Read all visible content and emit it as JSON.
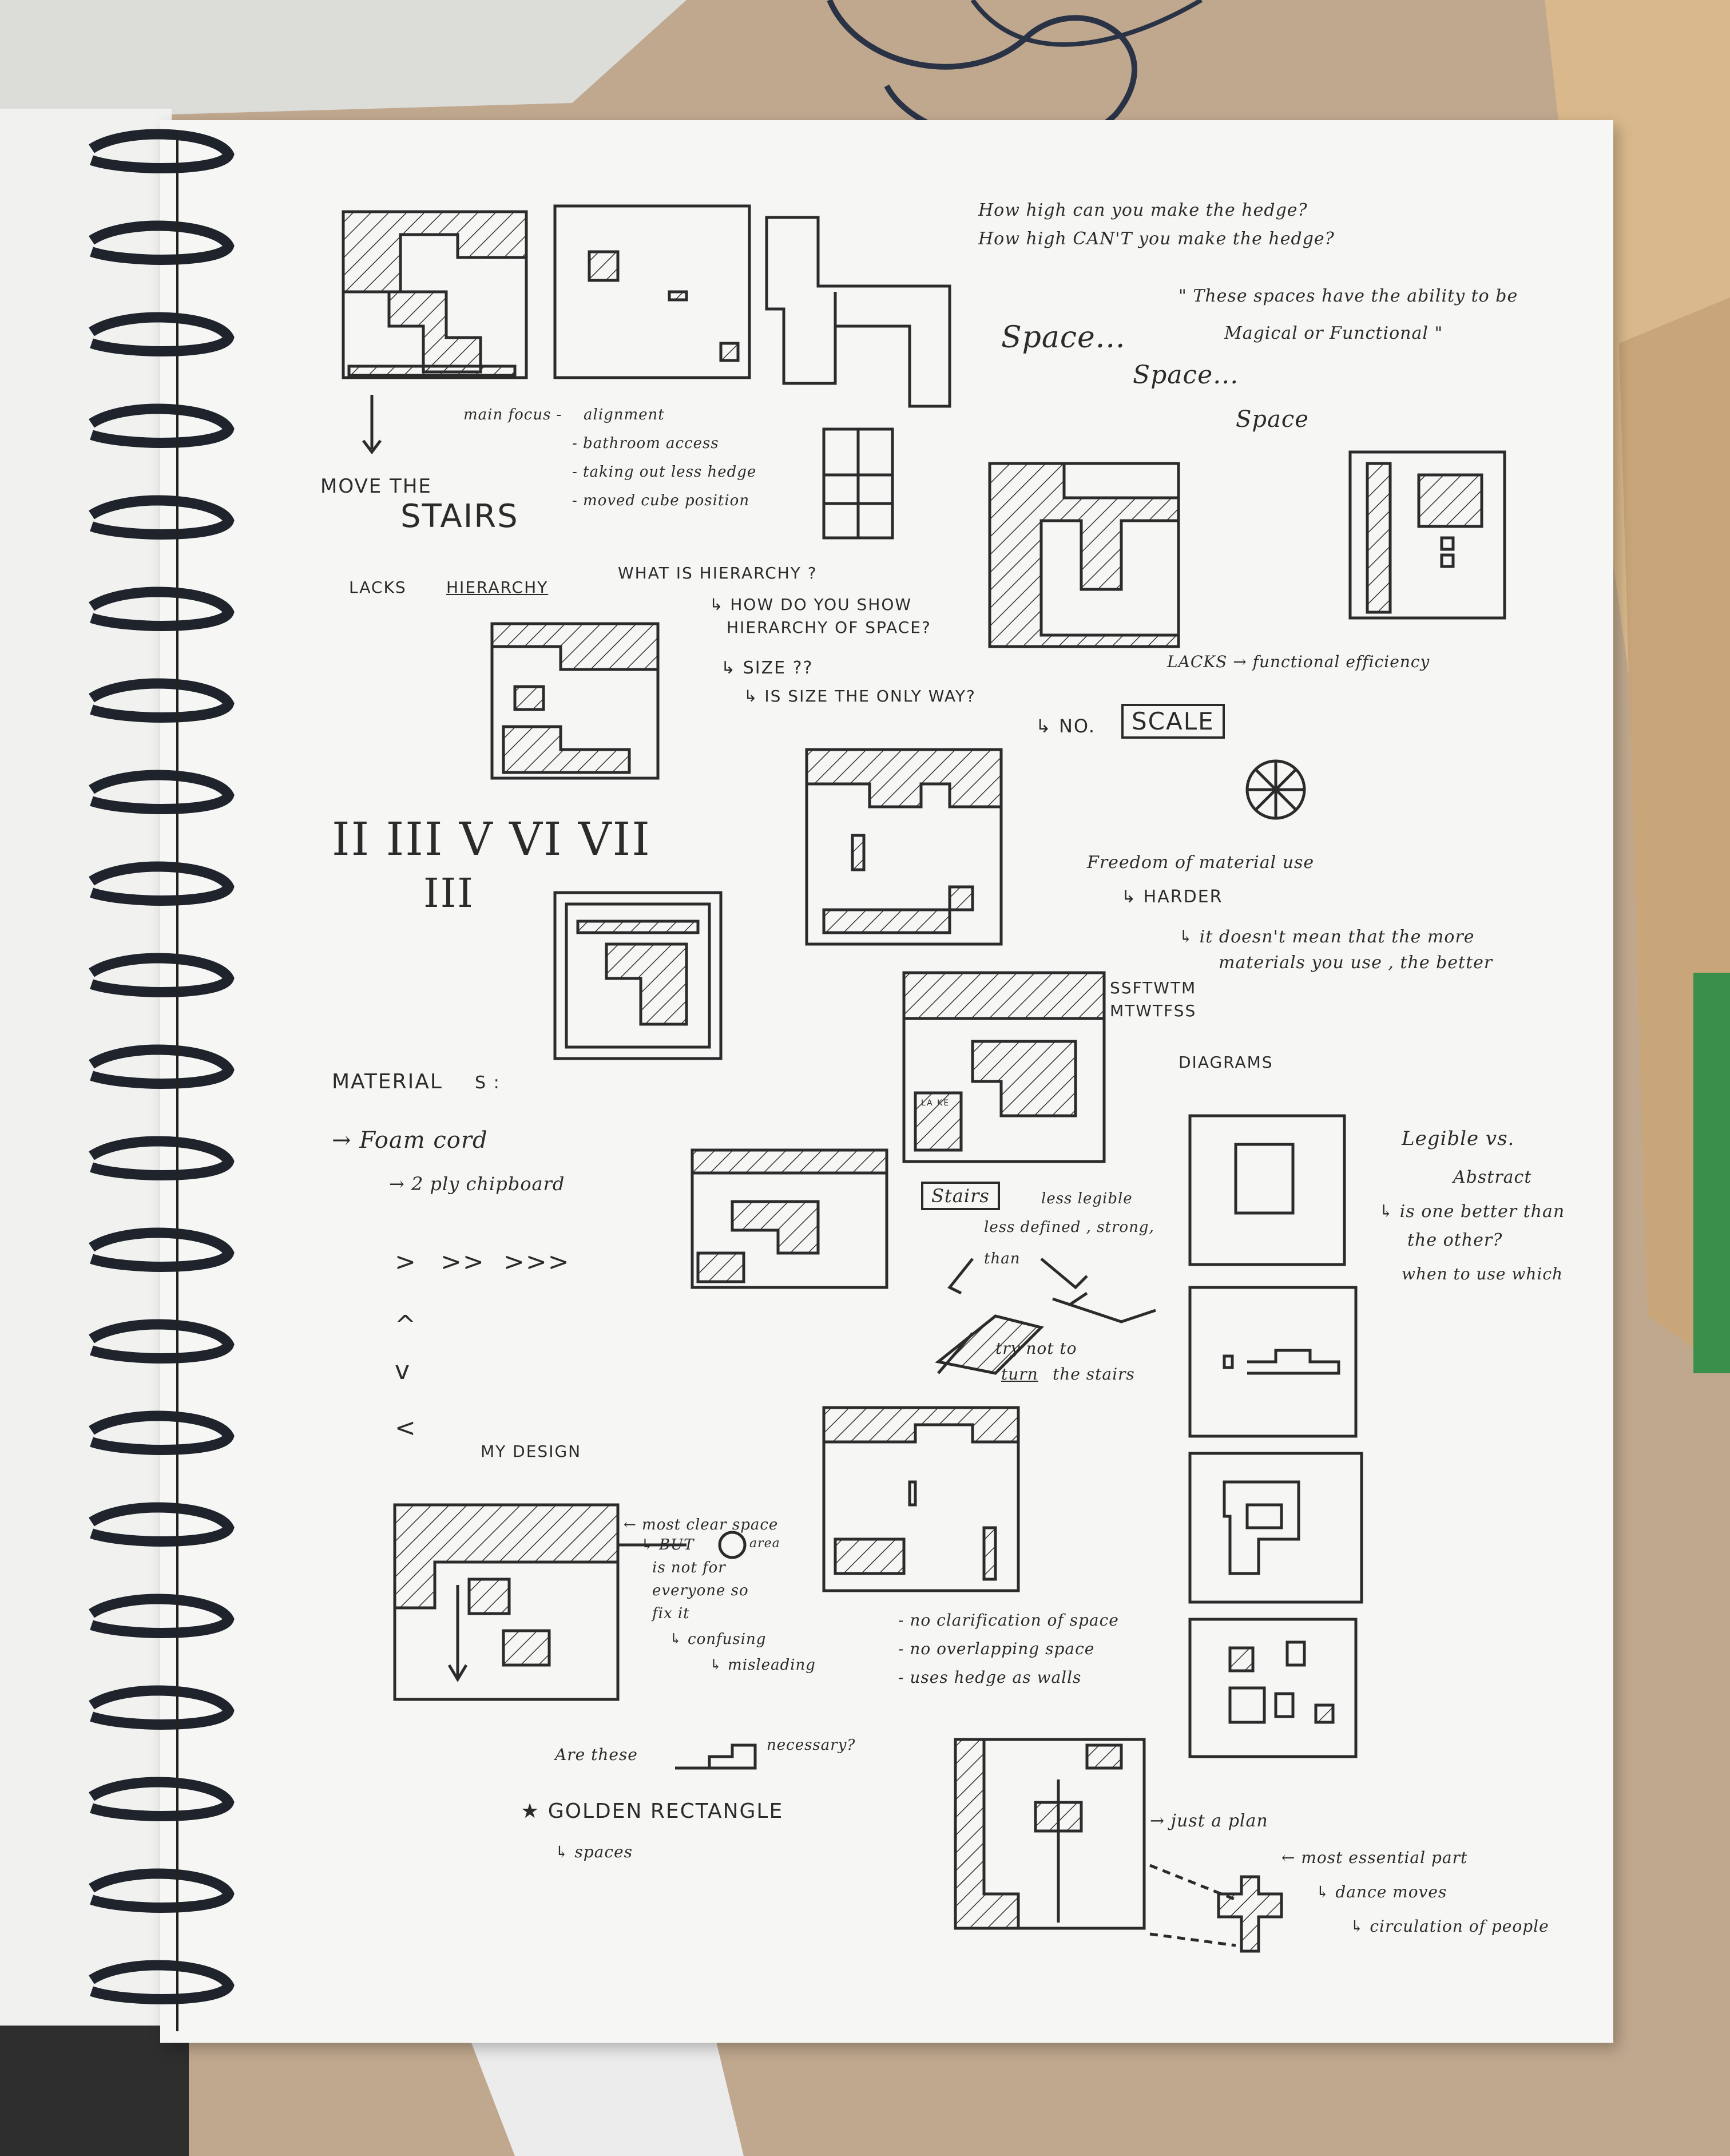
{
  "notes": {
    "q1": "How high can you make the hedge?",
    "q2": "How high CAN'T you make the hedge?",
    "quote1": "\" These spaces have the ability to be",
    "quote2": "Magical or Functional \"",
    "space1": "Space...",
    "space2": "Space...",
    "space3": "Space",
    "main_focus": "main focus -",
    "focus_items": [
      "alignment",
      "- bathroom access",
      "- taking out less hedge",
      "- moved cube position"
    ],
    "move_the": "MOVE THE",
    "stairs_big": "STAIRS",
    "lacks": "LACKS",
    "hierarchy": "HIERARCHY",
    "what_is": "WHAT IS HIERARCHY ?",
    "how_show1": "↳ HOW DO YOU SHOW",
    "how_show2": "HIERARCHY OF SPACE?",
    "size": "↳ SIZE ??",
    "size_only": "↳ IS SIZE THE ONLY WAY?",
    "no": "↳ NO.",
    "scale": "SCALE",
    "lacks_func": "LACKS → functional efficiency",
    "numerals": "II III V VI VII",
    "numeral_iii": "III",
    "freedom": "Freedom of material use",
    "harder": "↳ HARDER",
    "doesnt1": "↳ it doesn't mean that the more",
    "doesnt2": "materials you use , the better",
    "days1": "SSFTWTM",
    "days2": "MTWTFSS",
    "diagrams": "DIAGRAMS",
    "material": "MATERIAL",
    "material_suffix": "S :",
    "foam": "→ Foam cord",
    "ply": "→ 2 ply chipboard",
    "legible1": "Legible vs.",
    "legible2": "Abstract",
    "legible3": "↳ is one better than",
    "legible4": "the other?",
    "legible5": "when to use which",
    "stairs_label": "Stairs",
    "less_legible": "less legible",
    "less_defined": "less defined , strong,",
    "than": "than",
    "try_not": "try not to",
    "turn": "turn",
    "the_stairs": "the stairs",
    "arrows1": ">",
    "arrows2": ">>",
    "arrows3": ">>>",
    "caret_up": "^",
    "caret_down": "v",
    "caret_left": "<",
    "my_design": "MY DESIGN",
    "most_clear": "← most clear space",
    "but": "↳ BUT",
    "area": "area",
    "not_for1": "is not for",
    "not_for2": "everyone so",
    "fix_it": "fix it",
    "confusing": "↳ confusing",
    "misleading": "↳ misleading",
    "no_clar1": "- no clarification of space",
    "no_clar2": "- no overlapping space",
    "no_clar3": "- uses hedge as walls",
    "are_these": "Are these",
    "necessary": "necessary?",
    "golden": "★ GOLDEN RECTANGLE",
    "spaces": "↳ spaces",
    "just_plan": "→ just a plan",
    "essential": "← most essential part",
    "dance": "↳ dance moves",
    "circulation": "↳ circulation of people",
    "la_ke": "LA KE"
  }
}
